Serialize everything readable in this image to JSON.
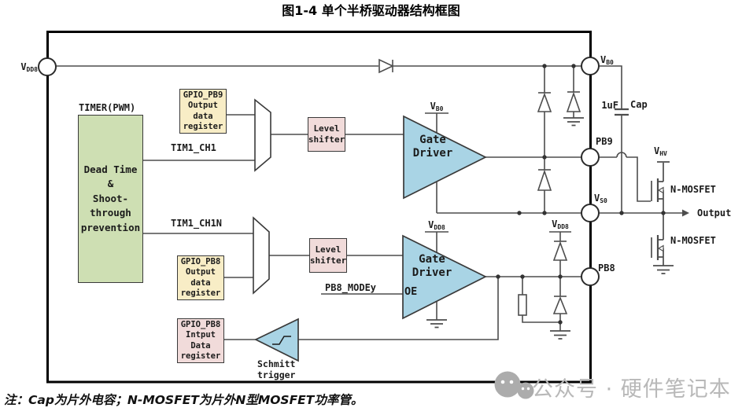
{
  "title": "图1-4 单个半桥驱动器结构框图",
  "note": "注：Cap为片外电容；N-MOSFET为片外N型MOSFET功率管。",
  "watermark": {
    "text": "公众号 · 硬件笔记本"
  },
  "pins": {
    "vdd8": {
      "base": "V",
      "sub": "DD8"
    },
    "vb0": {
      "base": "V",
      "sub": "B0"
    },
    "pb9": "PB9",
    "vs0": {
      "base": "V",
      "sub": "S0"
    },
    "pb8": "PB8"
  },
  "supplies": {
    "gd1": {
      "base": "V",
      "sub": "B0"
    },
    "gd2": {
      "base": "V",
      "sub": "DD8"
    },
    "clamp": {
      "base": "V",
      "sub": "DD8"
    },
    "vhv": {
      "base": "V",
      "sub": "HV"
    }
  },
  "timer": {
    "label": "TIMER(PWM)",
    "l1": "Dead Time",
    "l2": "&",
    "l3": "Shoot-",
    "l4": "through",
    "l5": "prevention"
  },
  "registers": {
    "pb9_out": {
      "l1": "GPIO_PB9",
      "l2": "Output",
      "l3": "data",
      "l4": "register"
    },
    "pb8_out": {
      "l1": "GPIO_PB8",
      "l2": "Output",
      "l3": "data",
      "l4": "register"
    },
    "pb8_in": {
      "l1": "GPIO_PB8",
      "l2": "Intput",
      "l3": "Data",
      "l4": "register"
    }
  },
  "level_shifter": {
    "l1": "Level",
    "l2": "shifter"
  },
  "gate_driver": {
    "l1": "Gate",
    "l2": "Driver",
    "oe": "OE"
  },
  "schmitt": {
    "l1": "Schmitt",
    "l2": "trigger"
  },
  "signals": {
    "tim1_ch1": "TIM1_CH1",
    "tim1_ch1n": "TIM1_CH1N",
    "pb8_modey": "PB8_MODEy"
  },
  "cap": {
    "value": "1uF",
    "name": "Cap"
  },
  "mosfets": {
    "high": "N-MOSFET",
    "low": "N-MOSFET"
  },
  "output_label": "Output",
  "colors": {
    "block_green": "#CEDFB3",
    "block_yellow": "#F8EDC6",
    "block_pink": "#F1DBDA",
    "block_blue": "#A9D4E5",
    "wire": "#4d4d4d",
    "watermark_gray": "#b8b8b8"
  }
}
